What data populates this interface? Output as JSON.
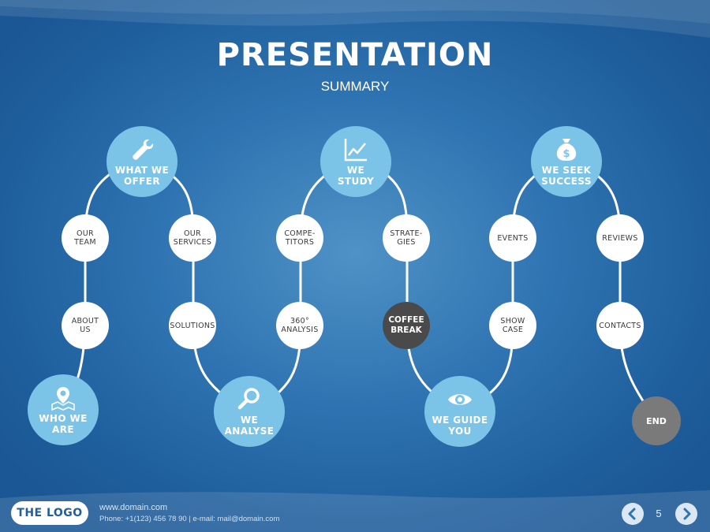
{
  "slide": {
    "title": "PRESENTATION",
    "subtitle": "SUMMARY"
  },
  "path_nodes": {
    "who_we_are": {
      "label": "WHO WE\nARE",
      "icon": "map-pin-icon"
    },
    "about_us": {
      "label": "ABOUT\nUS"
    },
    "our_team": {
      "label": "OUR\nTEAM"
    },
    "what_we_offer": {
      "label": "WHAT WE\nOFFER",
      "icon": "wrench-icon"
    },
    "our_services": {
      "label": "OUR\nSERVICES"
    },
    "solutions": {
      "label": "SOLUTIONS"
    },
    "we_analyse": {
      "label": "WE\nANALYSE",
      "icon": "magnifier-icon"
    },
    "analysis_360": {
      "label": "360°\nANALYSIS"
    },
    "competitors": {
      "label": "COMPE-\nTITORS"
    },
    "we_study": {
      "label": "WE\nSTUDY",
      "icon": "line-chart-icon"
    },
    "strategies": {
      "label": "STRATE-\nGIES"
    },
    "coffee_break": {
      "label": "COFFEE\nBREAK"
    },
    "we_guide_you": {
      "label": "WE GUIDE\nYOU",
      "icon": "eye-icon"
    },
    "show_case": {
      "label": "SHOW\nCASE"
    },
    "events": {
      "label": "EVENTS"
    },
    "we_seek_success": {
      "label": "WE SEEK\nSUCCESS",
      "icon": "money-bag-icon"
    },
    "reviews": {
      "label": "REVIEWS"
    },
    "contacts": {
      "label": "CONTACTS"
    },
    "end": {
      "label": "END"
    }
  },
  "footer": {
    "logo": "THE LOGO",
    "website": "www.domain.com",
    "contact": "Phone: +1(123) 456 78 90 | e-mail: mail@domain.com",
    "page_number": "5"
  },
  "colors": {
    "background": "#2f74b2",
    "big_node": "#7cc4e7",
    "small_node": "#ffffff",
    "coffee_node": "#4a4a4a",
    "end_node": "#7a7a7a"
  }
}
